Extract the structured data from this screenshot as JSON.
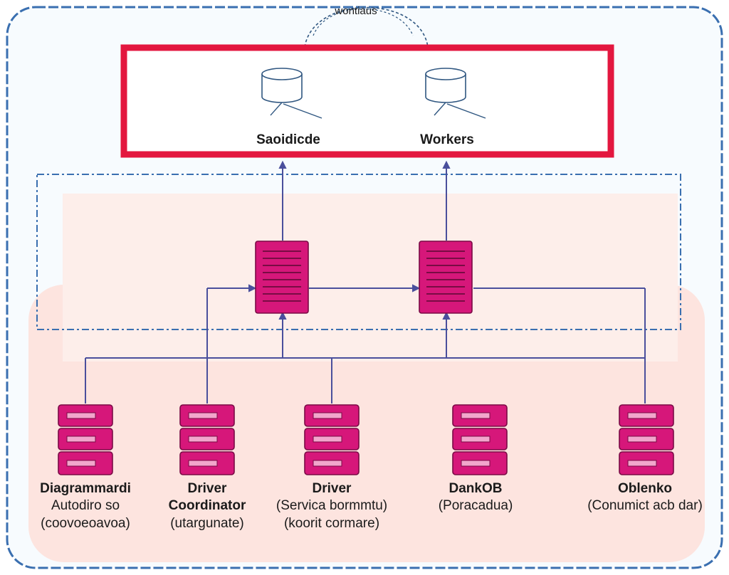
{
  "top_label": "wontiaus",
  "cluster": {
    "items": [
      {
        "label": "Saoidicde",
        "icon": "database-icon"
      },
      {
        "label": "Workers",
        "icon": "database-icon"
      }
    ]
  },
  "middle_nodes": [
    {
      "icon": "server-icon"
    },
    {
      "icon": "server-icon"
    }
  ],
  "bottom_nodes": [
    {
      "icon": "server-stack-icon",
      "lines": [
        "Diagrammardi",
        "Autodiro so",
        "(coovoeoavoa)"
      ]
    },
    {
      "icon": "server-stack-icon",
      "lines": [
        "Driver",
        "Coordinator",
        "(utargunate)"
      ]
    },
    {
      "icon": "server-stack-icon",
      "lines": [
        "Driver",
        "(Servica bormmtu)",
        "(koorit cormare)"
      ]
    },
    {
      "icon": "server-stack-icon",
      "lines": [
        "DankOB",
        "(Poracadua)"
      ]
    },
    {
      "icon": "server-stack-icon",
      "lines": [
        "Oblenko",
        "(Conumict acb dar)"
      ]
    }
  ],
  "colors": {
    "outer_border": "#3a6fb0",
    "outer_fill": "#f7fbfe",
    "cluster_border": "#e3173f",
    "middle_zone_border": "#3a6fb0",
    "middle_zone_fill": "#fdece8",
    "bottom_zone_fill": "#fde4df",
    "node_fill": "#d6177a",
    "node_stroke": "#7a0a45",
    "line": "#4a4f9c",
    "icon_stroke": "#2f5680"
  }
}
